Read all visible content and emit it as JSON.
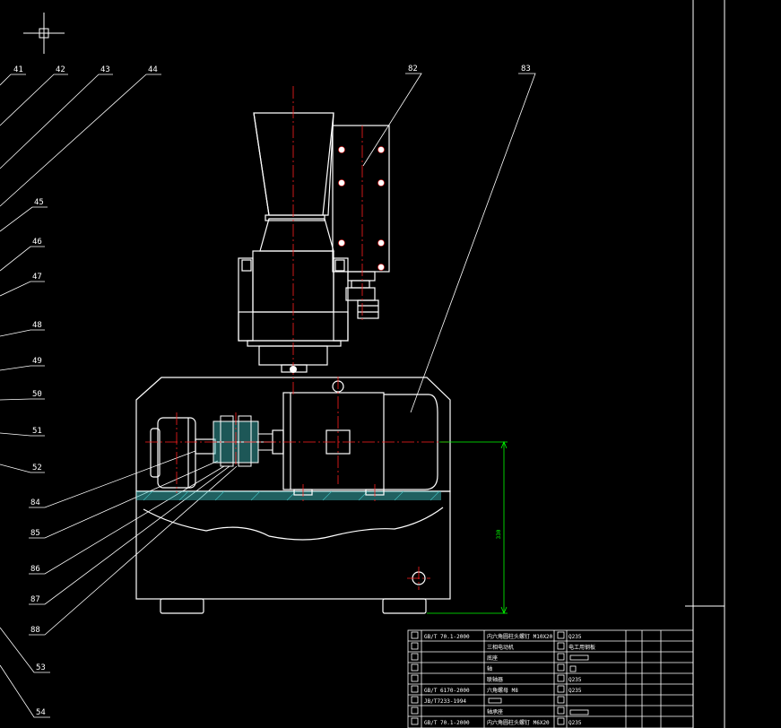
{
  "drawing": {
    "colors": {
      "background": "#000000",
      "outline": "#ffffff",
      "centerline": "#ff2020",
      "dimension": "#00ff00",
      "hatch": "#40c0c0"
    },
    "left_labels": [
      "41",
      "42",
      "43",
      "44",
      "45",
      "46",
      "47",
      "48",
      "49",
      "50",
      "51",
      "52",
      "84",
      "85",
      "86",
      "87",
      "88",
      "53",
      "54"
    ],
    "top_labels": [
      "82",
      "83"
    ],
    "dimension_text": "330",
    "title_block": {
      "rows": [
        {
          "code": "GB/T 70.1-2000",
          "name": "内六角圆柱头螺钉 M10X20",
          "material": "Q235"
        },
        {
          "code": "",
          "name": "三相电动机",
          "material": "电工用钢板"
        },
        {
          "code": "",
          "name": "底座",
          "material": ""
        },
        {
          "code": "",
          "name": "轴",
          "material": ""
        },
        {
          "code": "",
          "name": "联轴器",
          "material": "Q235"
        },
        {
          "code": "GB/T 6170-2000",
          "name": "六角螺母 M8",
          "material": "Q235"
        },
        {
          "code": "JB/T7233-1994",
          "name": "",
          "material": ""
        },
        {
          "code": "",
          "name": "轴承座",
          "material": ""
        },
        {
          "code": "GB/T 70.1-2000",
          "name": "内六角圆柱头螺钉 M6X20",
          "material": "Q235"
        }
      ]
    }
  }
}
